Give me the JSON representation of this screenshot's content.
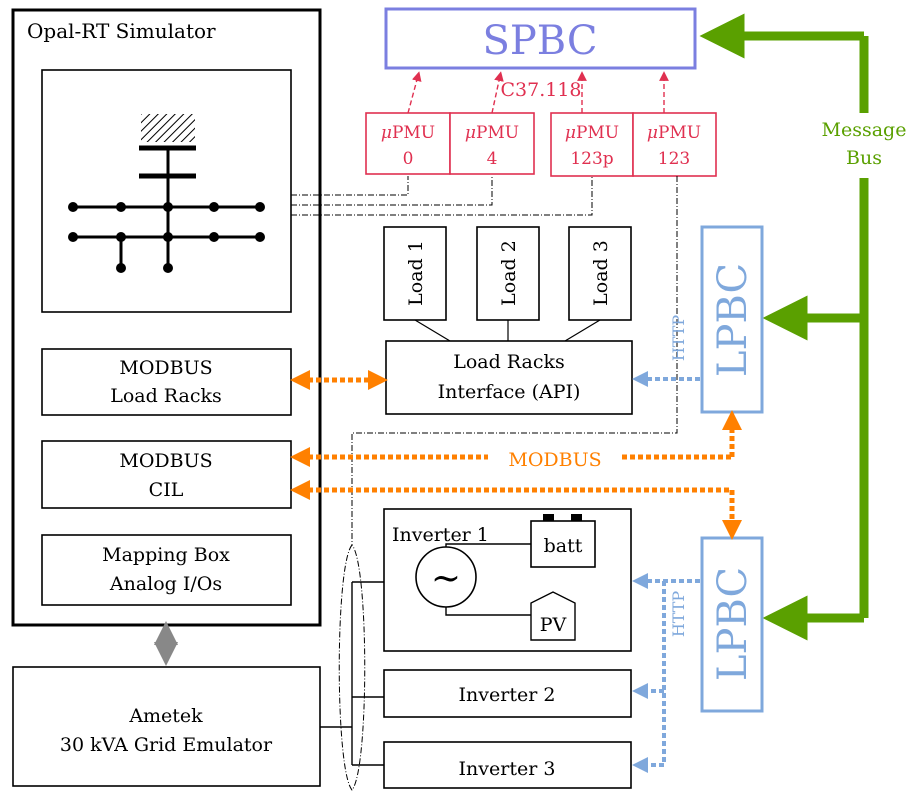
{
  "colors": {
    "spbc": "#7b7fe0",
    "pmu": "#e03050",
    "lpbc": "#7fa8dc",
    "bus": "#5aa000",
    "modbus": "#ff8000",
    "grey": "#888888",
    "black": "#000000"
  },
  "opal": {
    "title": "Opal-RT Simulator"
  },
  "spbc": {
    "label": "SPBC"
  },
  "c37": {
    "label": "C37.118"
  },
  "pmus": [
    {
      "mu": "μ",
      "name": "PMU",
      "id": "0"
    },
    {
      "mu": "μ",
      "name": "PMU",
      "id": "4"
    },
    {
      "mu": "μ",
      "name": "PMU",
      "id": "123p"
    },
    {
      "mu": "μ",
      "name": "PMU",
      "id": "123"
    }
  ],
  "message_bus": {
    "line1": "Message",
    "line2": "Bus"
  },
  "loads": [
    {
      "label": "Load 1"
    },
    {
      "label": "Load 2"
    },
    {
      "label": "Load 3"
    }
  ],
  "load_api": {
    "line1": "Load Racks",
    "line2": "Interface (API)"
  },
  "lpbc_top": {
    "label": "LPBC",
    "http": "HTTP"
  },
  "lpbc_bottom": {
    "label": "LPBC",
    "http": "HTTP"
  },
  "modbus_load": {
    "line1": "MODBUS",
    "line2": "Load Racks"
  },
  "modbus_cil": {
    "line1": "MODBUS",
    "line2": "CIL"
  },
  "modbus_label": "MODBUS",
  "mapping_box": {
    "line1": "Mapping Box",
    "line2": "Analog I/Os"
  },
  "inverter1": {
    "label": "Inverter 1",
    "batt": "batt",
    "pv": "PV",
    "source": "~"
  },
  "inverter2": {
    "label": "Inverter 2"
  },
  "inverter3": {
    "label": "Inverter 3"
  },
  "ametek": {
    "line1": "Ametek",
    "line2": "30 kVA Grid Emulator"
  }
}
